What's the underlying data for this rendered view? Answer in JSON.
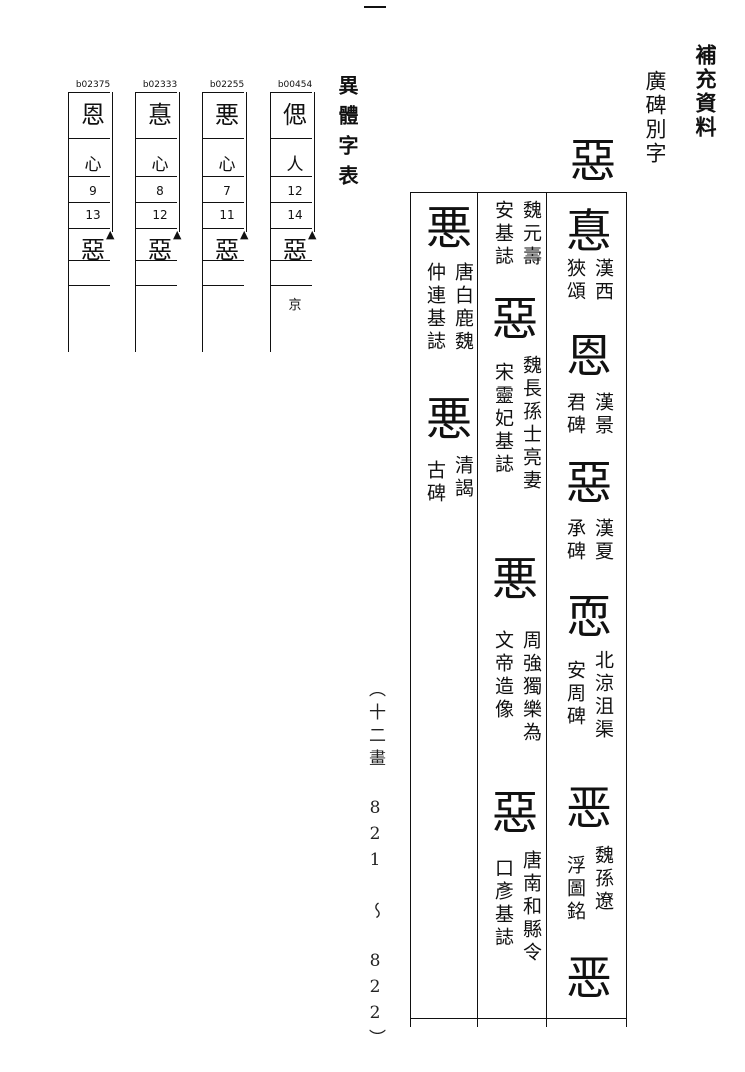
{
  "page": {
    "top_mark": "—",
    "supplement": "補充資料",
    "source": "廣碑別字",
    "yiti_label": "異體字表",
    "volume_note": "（十二畫 821 ～ 822）"
  },
  "index_table": {
    "columns": [
      {
        "code": "b02375",
        "head": "恩",
        "radical": "心",
        "stroke_a": "9",
        "stroke_b": "13",
        "variant": "惡",
        "mark": "▲"
      },
      {
        "code": "b02333",
        "head": "惪",
        "radical": "心",
        "stroke_a": "8",
        "stroke_b": "12",
        "variant": "惡",
        "mark": "▲"
      },
      {
        "code": "b02255",
        "head": "悪",
        "radical": "心",
        "stroke_a": "7",
        "stroke_b": "11",
        "variant": "惡",
        "mark": "▲"
      },
      {
        "code": "b00454",
        "head": "偲",
        "radical": "人",
        "stroke_a": "12",
        "stroke_b": "14",
        "variant": "惡",
        "mark": "▲",
        "note": "京"
      }
    ]
  },
  "main": {
    "headword": "惡",
    "entries": [
      {
        "char": "惪",
        "col1": "漢西",
        "col2": "狹頌"
      },
      {
        "char": "恩",
        "col1": "漢景",
        "col2": "君碑"
      },
      {
        "char": "惡",
        "col1": "漢夏",
        "col2": "承碑"
      },
      {
        "char": "恧",
        "col1": "北涼沮渠",
        "col2": "安周碑"
      },
      {
        "char": "恶",
        "col1": "魏孫遼",
        "col2": "浮圖銘"
      },
      {
        "char": "恶",
        "col1": "",
        "col2": ""
      }
    ],
    "entries_col2": [
      {
        "char": "",
        "col1": "魏元壽",
        "col2": "安基誌"
      },
      {
        "char": "惡",
        "col1": "魏長孫士亮妻",
        "col2": "宋靈妃基誌"
      },
      {
        "char": "悪",
        "col1": "周強獨樂為",
        "col2": "文帝造像"
      },
      {
        "char": "惡",
        "col1": "唐南和縣令",
        "col2": "口彥基誌"
      }
    ],
    "entries_col3": [
      {
        "char": "悪",
        "col1": "唐白鹿魏",
        "col2": "仲連基誌"
      },
      {
        "char": "悪",
        "col1": "清謁",
        "col2": "古碑"
      }
    ]
  }
}
